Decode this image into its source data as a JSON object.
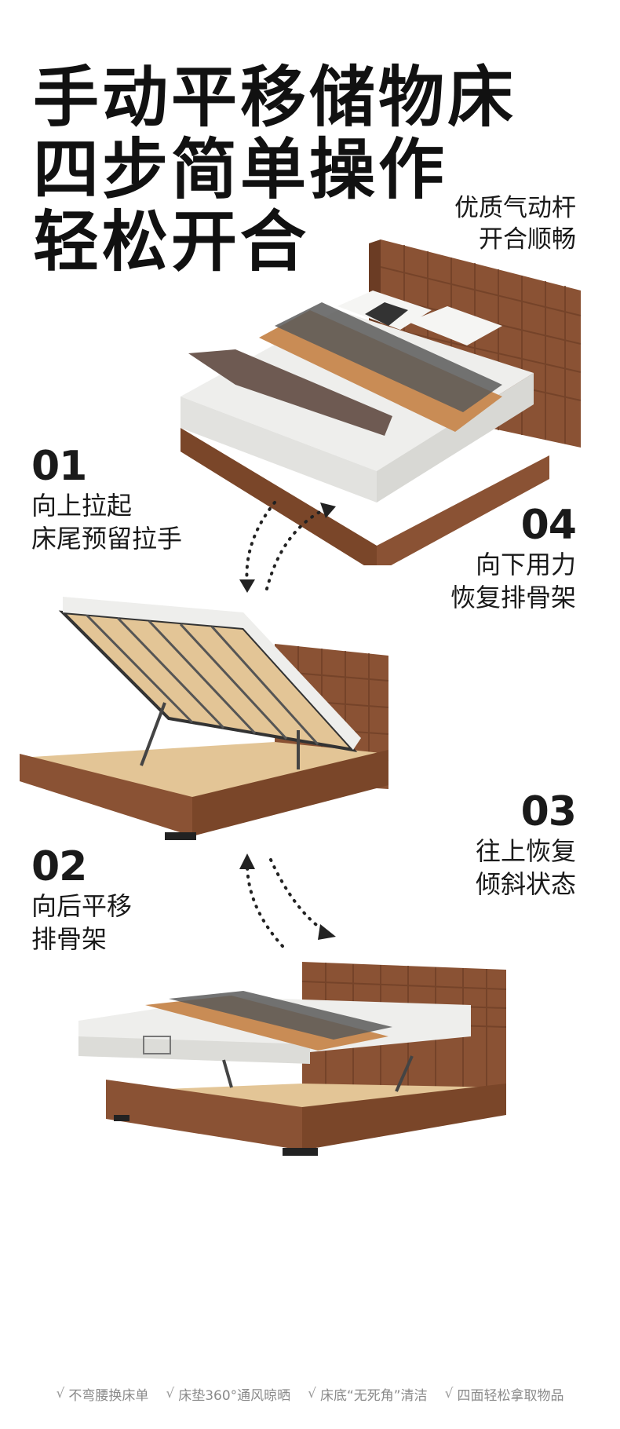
{
  "headline": {
    "line1": "手动平移储物床",
    "line2": "四步简单操作",
    "line3": "轻松开合"
  },
  "feature": {
    "line1": "优质气动杆",
    "line2": "开合顺畅"
  },
  "steps": [
    {
      "num": "01",
      "line1": "向上拉起",
      "line2": "床尾预留拉手"
    },
    {
      "num": "02",
      "line1": "向后平移",
      "line2": "排骨架"
    },
    {
      "num": "03",
      "line1": "往上恢复",
      "line2": "倾斜状态"
    },
    {
      "num": "04",
      "line1": "向下用力",
      "line2": "恢复排骨架"
    }
  ],
  "footer": [
    {
      "icon": "check-icon",
      "label": "不弯腰换床单"
    },
    {
      "icon": "check-icon",
      "label": "床垫360°通风晾晒"
    },
    {
      "icon": "check-icon",
      "label": "床底“无死角”清洁"
    },
    {
      "icon": "check-icon",
      "label": "四面轻松拿取物品"
    }
  ],
  "colors": {
    "leather": "#8a5234",
    "leather_dark": "#6b3c24",
    "wood": "#e3c596",
    "mattress": "#eeeeec",
    "throw": "#6e5a52",
    "blanket": "#c98c55"
  }
}
